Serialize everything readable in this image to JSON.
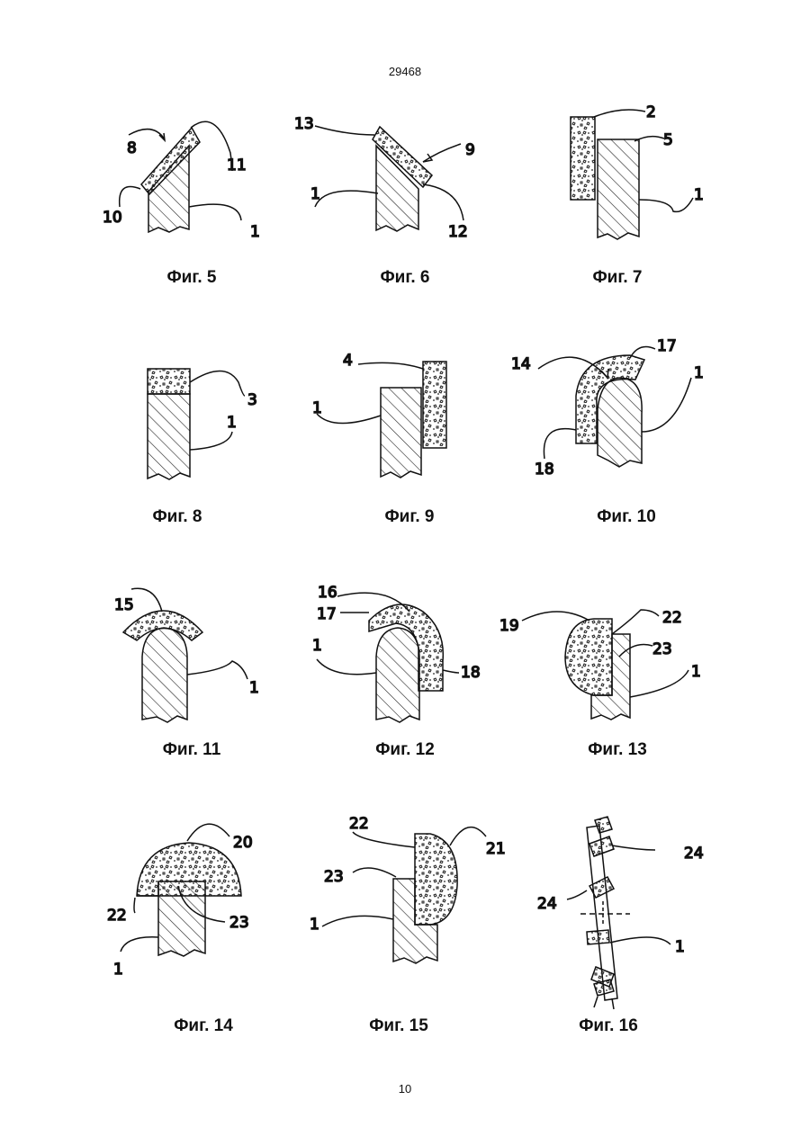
{
  "header": {
    "patent_number": "29468"
  },
  "footer": {
    "page_number": "10"
  },
  "figures": [
    {
      "caption": "Фиг. 5",
      "labels": [
        "8",
        "11",
        "10",
        "1"
      ]
    },
    {
      "caption": "Фиг. 6",
      "labels": [
        "13",
        "9",
        "1",
        "12"
      ]
    },
    {
      "caption": "Фиг. 7",
      "labels": [
        "2",
        "5",
        "1"
      ]
    },
    {
      "caption": "Фиг. 8",
      "labels": [
        "3",
        "1"
      ]
    },
    {
      "caption": "Фиг. 9",
      "labels": [
        "4",
        "1"
      ]
    },
    {
      "caption": "Фиг. 10",
      "labels": [
        "14",
        "17",
        "1",
        "18"
      ]
    },
    {
      "caption": "Фиг. 11",
      "labels": [
        "15",
        "1"
      ]
    },
    {
      "caption": "Фиг. 12",
      "labels": [
        "16",
        "17",
        "1",
        "18"
      ]
    },
    {
      "caption": "Фиг. 13",
      "labels": [
        "19",
        "22",
        "23",
        "1"
      ]
    },
    {
      "caption": "Фиг. 14",
      "labels": [
        "20",
        "22",
        "23",
        "1"
      ]
    },
    {
      "caption": "Фиг. 15",
      "labels": [
        "22",
        "21",
        "23",
        "1"
      ]
    },
    {
      "caption": "Фиг. 16",
      "labels": [
        "24",
        "24",
        "1"
      ]
    }
  ]
}
